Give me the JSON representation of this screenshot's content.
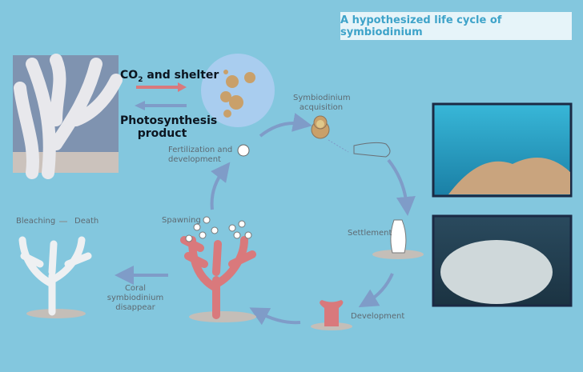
{
  "title": "A hypothesized life cycle of symbiodinium",
  "exchange": {
    "co2_prefix": "CO",
    "co2_sub": "2",
    "co2_suffix": " and shelter",
    "photo_line1": "Photosynthesis",
    "photo_line2": "product"
  },
  "stages": {
    "acquisition_line1": "Symbiodinium",
    "acquisition_line2": "acquisition",
    "fertilization_line1": "Fertilization and",
    "fertilization_line2": "development",
    "settlement": "Settlement",
    "development": "Development",
    "spawning": "Spawning",
    "disappear_line1": "Coral symbiodinium",
    "disappear_line2": "disappear",
    "bleaching": "Bleaching",
    "death": "Death"
  },
  "colors": {
    "background": "#83c7de",
    "title": "#3ea3c9",
    "arrow": "#7f9cc8",
    "coral_pink": "#d9797c",
    "symbiont": "#c9a06a"
  }
}
